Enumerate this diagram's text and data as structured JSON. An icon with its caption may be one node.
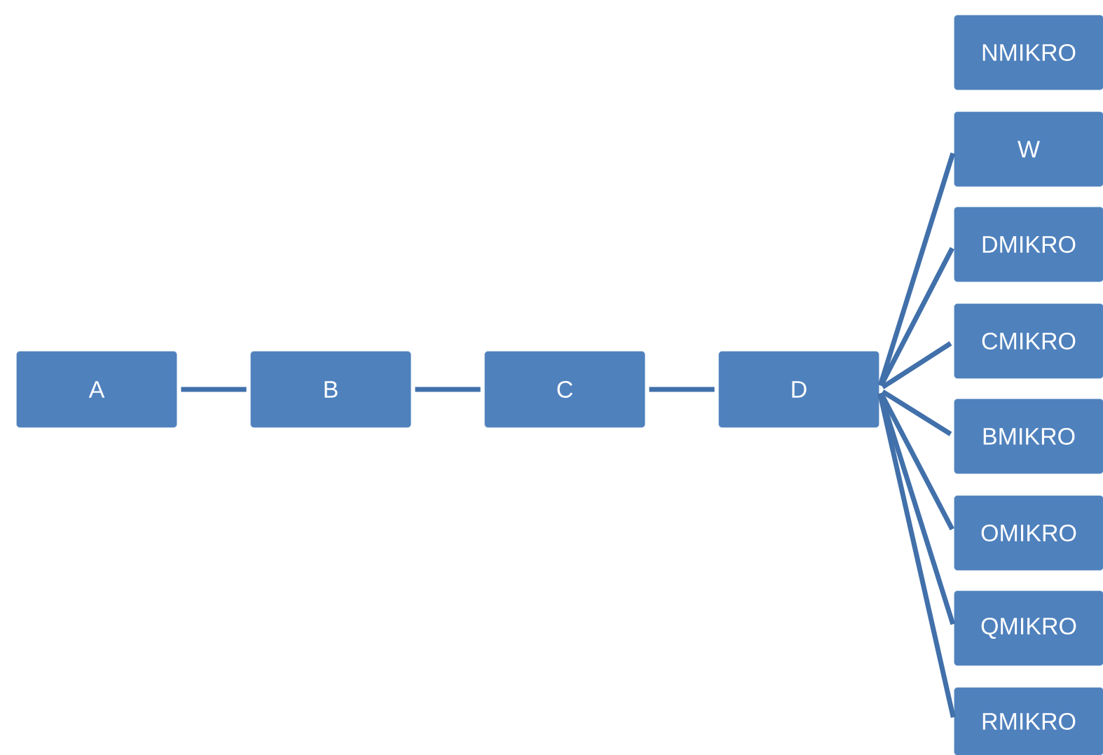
{
  "diagram": {
    "nodes": [
      {
        "text": [
          "A"
        ]
      },
      {
        "text": [
          "B"
        ]
      },
      {
        "text": [
          "C"
        ]
      },
      {
        "text": [
          "D"
        ]
      },
      {
        "text": [
          "NMIKRO"
        ]
      },
      {
        "text": [
          "W"
        ]
      },
      {
        "text": [
          "DMIKRO"
        ]
      },
      {
        "text": [
          "CMIKRO"
        ]
      },
      {
        "text": [
          "BMIKRO"
        ]
      },
      {
        "text": [
          "OMIKRO"
        ]
      },
      {
        "text": [
          "QMIKRO"
        ]
      },
      {
        "text": [
          "RMIKRO"
        ]
      }
    ],
    "edges": [
      {
        "from": 0,
        "to": 1,
        "arrow": "none"
      },
      {
        "from": 1,
        "to": 2,
        "arrow": "none"
      },
      {
        "from": 2,
        "to": 3,
        "arrow": "none"
      },
      {
        "from": 3,
        "to": 5,
        "arrow": "none"
      },
      {
        "from": 3,
        "to": 6,
        "arrow": "none"
      },
      {
        "from": 3,
        "to": 7,
        "arrow": "none"
      },
      {
        "from": 3,
        "to": 8,
        "arrow": "none"
      },
      {
        "from": 3,
        "to": 9,
        "arrow": "none"
      },
      {
        "from": 3,
        "to": 10,
        "arrow": "none"
      },
      {
        "from": 3,
        "to": 11,
        "arrow": "none"
      }
    ]
  }
}
